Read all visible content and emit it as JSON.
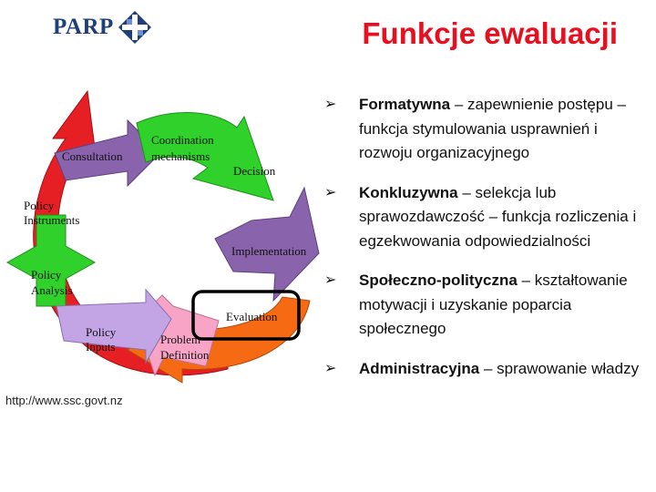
{
  "header": {
    "logo_text": "PARP",
    "title": "Funkcje ewaluacji"
  },
  "diagram": {
    "labels": {
      "consultation": "Consultation",
      "coordination_1": "Coordination",
      "coordination_2": "mechanisms",
      "decision": "Decision",
      "policy_instruments_1": "Policy",
      "policy_instruments_2": "Instruments",
      "implementation": "Implementation",
      "policy_analysis_1": "Policy",
      "policy_analysis_2": "Analysis",
      "evaluation": "Evaluation",
      "policy_inputs_1": "Policy",
      "policy_inputs_2": "Inputs",
      "problem_definition_1": "Problem",
      "problem_definition_2": "Definition"
    },
    "caption": "http://www.ssc.govt.nz",
    "colors": {
      "red": "#e61f24",
      "purple": "#8a63ad",
      "green": "#2fd12a",
      "pink": "#f7a4c7",
      "orange": "#f56a12",
      "lavender": "#c3a5e6",
      "highlight": "#000000"
    }
  },
  "bullets": [
    {
      "term": "Formatywna",
      "rest": " – zapewnienie postępu – funkcja stymulowania usprawnień i rozwoju organizacyjnego"
    },
    {
      "term": "Konkluzywna",
      "rest": " – selekcja lub sprawozdawczość – funkcja rozliczenia i egzekwowania odpowiedzialności"
    },
    {
      "term": "Społeczno-polityczna",
      "rest": " – kształtowanie motywacji i uzyskanie poparcia społecznego"
    },
    {
      "term": "Administracyjna",
      "rest": " – sprawowanie władzy"
    }
  ]
}
